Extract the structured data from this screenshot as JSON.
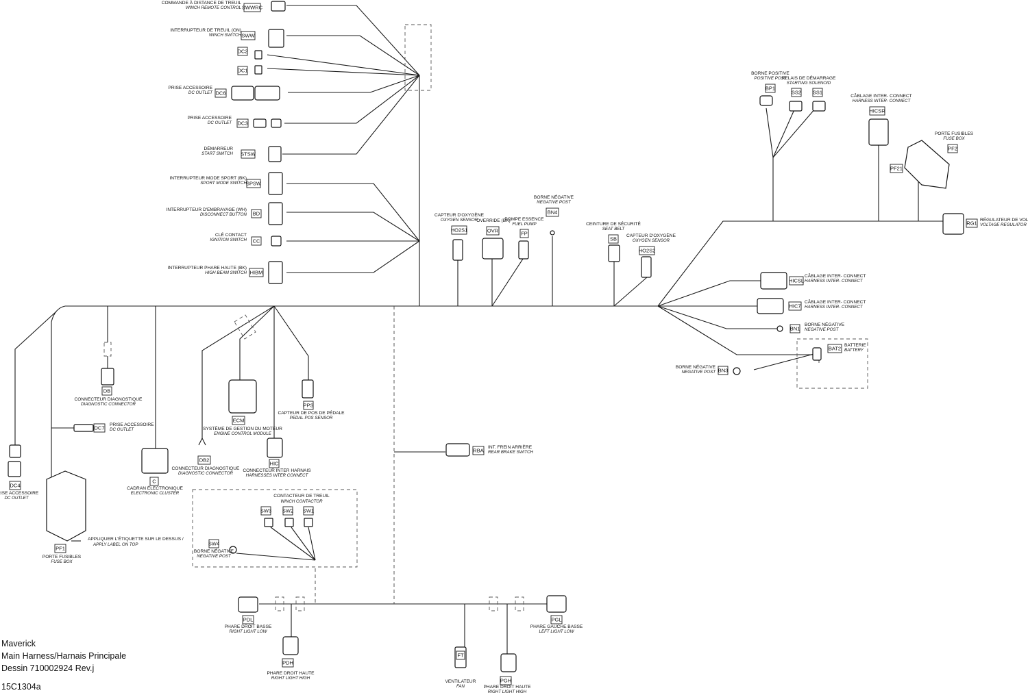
{
  "title_block": {
    "model": "Maverick",
    "harness": "Main Harness/Harnais Principale",
    "drawing": "Dessin 710002924 Rev.j",
    "figure_id": "15C1304a"
  },
  "connectors": {
    "SWWRC": {
      "code": "SWWRC",
      "fr": "COMMANDE À DISTANCE DE TREUIL",
      "en": "WINCH REMOTE CONTROL"
    },
    "SWW": {
      "code": "SWW",
      "fr": "INTERRUPTEUR DE TREUIL (ON)",
      "en": "WINCH SWITCH"
    },
    "DC2": {
      "code": "DC2",
      "fr": "PRISE ACCESSOIRE",
      "en": "DC OUTLET"
    },
    "DC1": {
      "code": "DC1",
      "fr": "",
      "en": ""
    },
    "DC6": {
      "code": "DC6",
      "fr": "PRISE ACCESSOIRE",
      "en": "DC OUTLET"
    },
    "DC3": {
      "code": "DC3",
      "fr": "PRISE ACCESSOIRE",
      "en": "DC OUTLET"
    },
    "STSW": {
      "code": "STSW",
      "fr": "DÉMARREUR",
      "en": "START SWITCH"
    },
    "SPSW": {
      "code": "SPSW",
      "fr": "INTERRUPTEUR MODE SPORT (BK)",
      "en": "SPORT MODE SWITCH"
    },
    "BD": {
      "code": "BD",
      "fr": "INTERRUPTEUR D'EMBRAYAGE (WH)",
      "en": "DISCONNECT BUTTON"
    },
    "CC": {
      "code": "CC",
      "fr": "CLÉ CONTACT",
      "en": "IGNITION SWITCH"
    },
    "HIBM": {
      "code": "HIBM",
      "fr": "INTERRUPTEUR PHARE HAUTE (BK)",
      "en": "HIGH BEAM SWITCH"
    },
    "HO2S1": {
      "code": "HO2S1",
      "fr": "CAPTEUR D'OXYGÈNE",
      "en": "OXYGEN SENSOR"
    },
    "OVR": {
      "code": "OVR",
      "fr": "OVERRIDE (BK)",
      "en": ""
    },
    "FP": {
      "code": "FP",
      "fr": "POMPE ESSENCE",
      "en": "FUEL PUMP"
    },
    "BN4": {
      "code": "BN4",
      "fr": "BORNE NÉGATIVE",
      "en": "NEGATIVE POST"
    },
    "SB": {
      "code": "SB",
      "fr": "CEINTURE DE SÉCURITÉ",
      "en": "SEAT BELT"
    },
    "HO2S2": {
      "code": "HO2S2",
      "fr": "CAPTEUR D'OXYGÈNE",
      "en": "OXYGEN SENSOR"
    },
    "BP1": {
      "code": "BP1",
      "fr": "BORNE POSITIVE",
      "en": "POSITIVE POST"
    },
    "SS2": {
      "code": "SS2",
      "fr": "RELAIS DE DÉMARRAGE",
      "en": "STARTING SOLENOID"
    },
    "SS1": {
      "code": "SS1",
      "fr": "",
      "en": ""
    },
    "HICSR": {
      "code": "HICSR",
      "fr": "CÂBLAGE INTER- CONNECT",
      "en": "HARNESS INTER- CONNECT"
    },
    "PF2": {
      "code": "PF2",
      "fr": "PORTE FUSIBLES",
      "en": "FUSE BOX"
    },
    "PF21": {
      "code": "PF21",
      "fr": "",
      "en": ""
    },
    "RG1": {
      "code": "RG1",
      "fr": "RÉGULATEUR DE VOLTAGE",
      "en": "VOLTAGE REGULATOR"
    },
    "HICSL": {
      "code": "HICSL",
      "fr": "CÂBLAGE INTER- CONNECT",
      "en": "HARNESS INTER- CONNECT"
    },
    "HIC7": {
      "code": "HIC7",
      "fr": "CÂBLAGE INTER- CONNECT",
      "en": "HARNESS INTER- CONNECT"
    },
    "BN1": {
      "code": "BN1",
      "fr": "BORNE NÉGATIVE",
      "en": "NEGATIVE POST"
    },
    "BAT2": {
      "code": "BAT2",
      "fr": "BATTERIE",
      "en": "BATTERY"
    },
    "BN3": {
      "code": "BN3",
      "fr": "BORNE NÉGATIVE",
      "en": "NEGATIVE POST"
    },
    "DB": {
      "code": "DB",
      "fr": "CONNECTEUR DIAGNOSTIQUE",
      "en": "DIAGNOSTIC CONNECTOR"
    },
    "DC7": {
      "code": "DC7",
      "fr": "PRISE ACCESSOIRE",
      "en": "DC OUTLET"
    },
    "DC4": {
      "code": "DC4",
      "fr": "PRISE ACCESSOIRE",
      "en": "DC OUTLET"
    },
    "PF1": {
      "code": "PF1",
      "fr": "PORTE FUSIBLES",
      "en": "FUSE BOX"
    },
    "C": {
      "code": "C",
      "fr": "CADRAN ÉLECTRONIQUE",
      "en": "ELECTRONIC CLUSTER"
    },
    "DB2": {
      "code": "DB2",
      "fr": "CONNECTEUR DIAGNOSTIQUE",
      "en": "DIAGNOSTIC CONNECTOR"
    },
    "ECM": {
      "code": "ECM",
      "fr": "SYSTÈME DE GESTION DU MOTEUR",
      "en": "ENGINE CONTROL MODULE"
    },
    "HIC": {
      "code": "HIC",
      "fr": "CONNECTEUR INTER HARNAIS",
      "en": "HARNESSES INTER CONNECT"
    },
    "PPS": {
      "code": "PPS",
      "fr": "CAPTEUR DE POS DE PÉDALE",
      "en": "PEDAL POS SENSOR"
    },
    "RBA": {
      "code": "RBA",
      "fr": "INT. FREIN ARRIÈRE",
      "en": "REAR BRAKE SWITCH"
    },
    "SW1": {
      "code": "SW1",
      "fr": "",
      "en": ""
    },
    "SW2": {
      "code": "SW2",
      "fr": "",
      "en": ""
    },
    "SW3": {
      "code": "SW3",
      "fr": "",
      "en": ""
    },
    "SW4": {
      "code": "SW4",
      "fr": "BORNE NÉGATIVE",
      "en": "NEGATIVE POST"
    },
    "PDL": {
      "code": "PDL",
      "fr": "PHARE DROIT BASSE",
      "en": "RIGHT LIGHT LOW"
    },
    "PDH": {
      "code": "PDH",
      "fr": "PHARE DROIT HAUTE",
      "en": "RIGHT LIGHT HIGH"
    },
    "FT": {
      "code": "FT",
      "fr": "VENTILATEUR",
      "en": "FAN"
    },
    "PGH": {
      "code": "PGH",
      "fr": "PHARE DROIT HAUTE",
      "en": "RIGHT LIGHT HIGH"
    },
    "PGL": {
      "code": "PGL",
      "fr": "PHARE GAUCHE BASSE",
      "en": "LEFT LIGHT LOW"
    }
  },
  "notes": {
    "winch_contactor_fr": "CONTACTEUR DE TREUIL",
    "winch_contactor_en": "WINCH CONTACTOR",
    "label_fr": "APPLIQUER L'ÉTIQUETTE SUR LE DESSUS /",
    "label_en": "APPLY LABEL ON TOP"
  }
}
